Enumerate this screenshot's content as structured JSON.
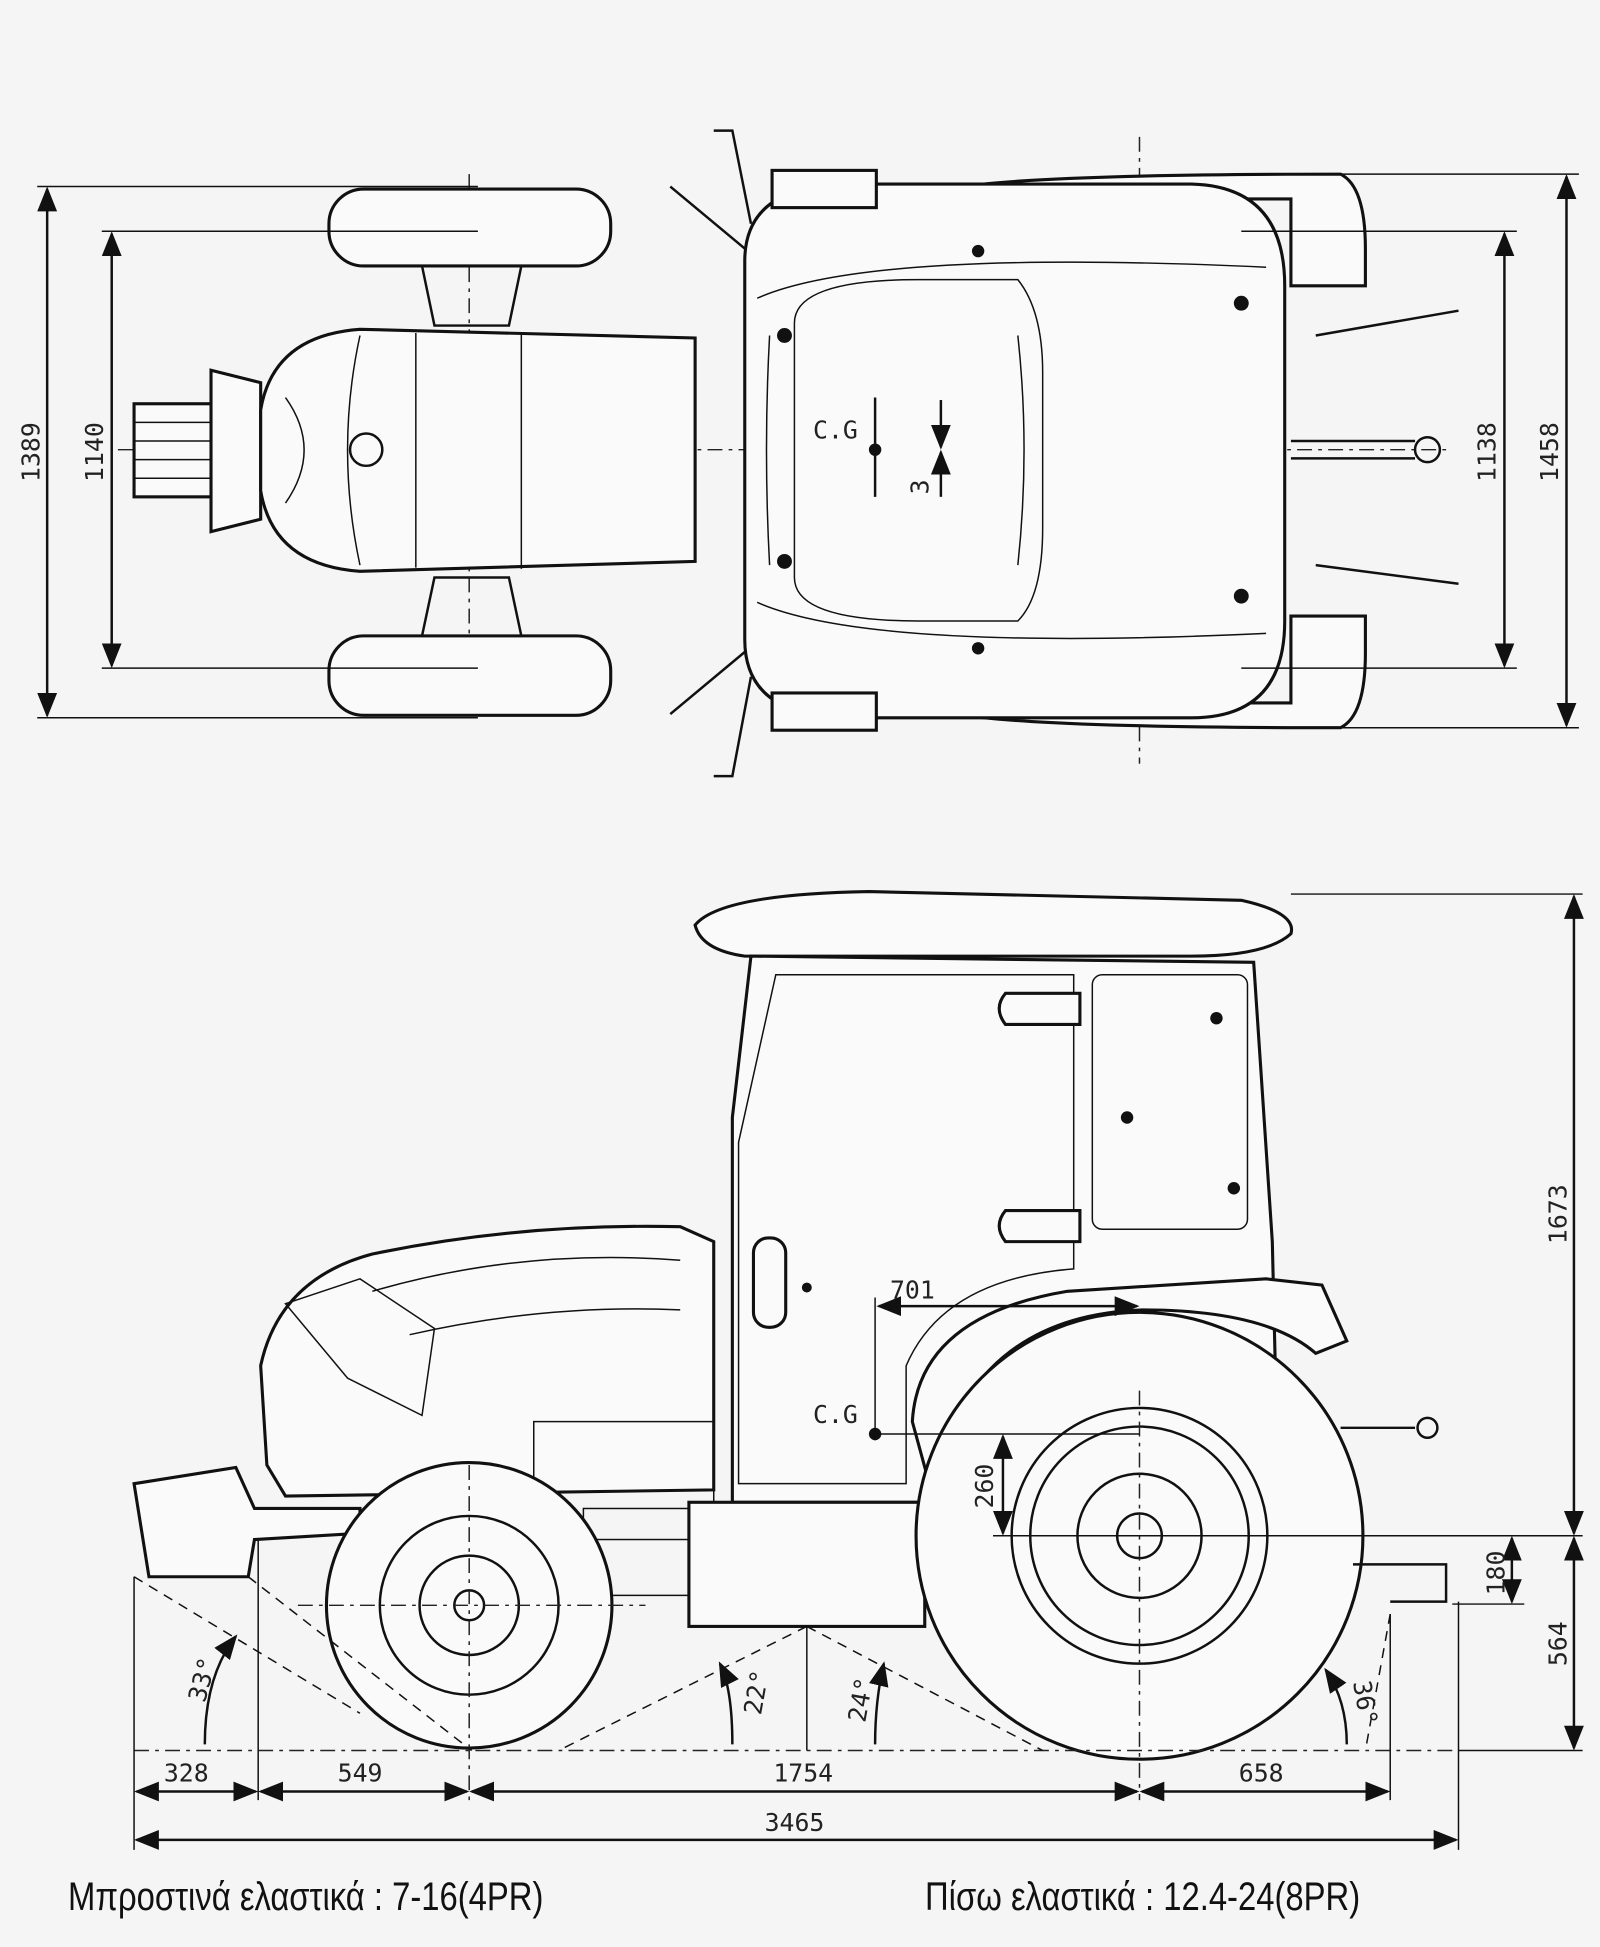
{
  "top_view": {
    "dimensions": {
      "overall_width_left": "1389",
      "front_track": "1140",
      "rear_track": "1138",
      "overall_width_right": "1458",
      "cg_offset": "3"
    },
    "cg_label": "C.G"
  },
  "side_view": {
    "dimensions": {
      "front_overhang": "328",
      "front_axle_offset": "549",
      "wheelbase": "1754",
      "rear_overhang": "658",
      "overall_length": "3465",
      "overall_height": "1673",
      "cg_height_offset": "260",
      "cg_horizontal": "701",
      "hitch_height_a": "180",
      "hitch_height_b": "564"
    },
    "angles": {
      "front_approach": "33°",
      "ramp_front": "22°",
      "ramp_rear": "24°",
      "departure": "36°"
    },
    "cg_label": "C.G"
  },
  "captions": {
    "front_tyres": "Μπροστινά ελαστικά : 7-16(4PR)",
    "rear_tyres": "Πίσω ελαστικά : 12.4-24(8PR)"
  }
}
